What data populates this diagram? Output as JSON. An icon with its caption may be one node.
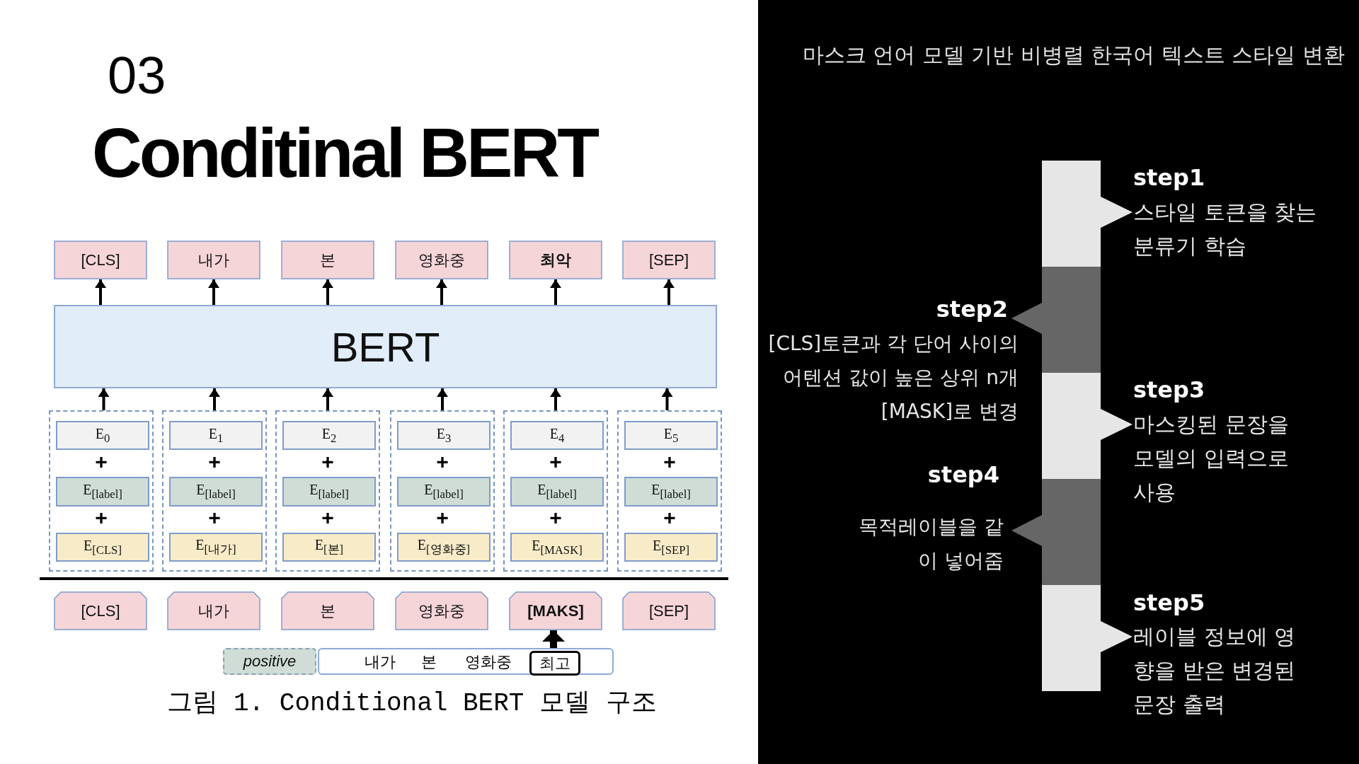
{
  "diagram": {
    "title": "Conditinal BERT",
    "caption": "그림 1. Conditional BERT 모델 구조",
    "nodes": [
      {
        "text": [
          "[CLS]"
        ]
      },
      {
        "text": [
          "내가"
        ]
      },
      {
        "text": [
          "본"
        ]
      },
      {
        "text": [
          "영화중"
        ]
      },
      {
        "text": [
          "최악"
        ]
      },
      {
        "text": [
          "[SEP]"
        ]
      },
      {
        "text": [
          "BERT"
        ]
      },
      {
        "text": [],
        "shape": "box"
      },
      {
        "text": [
          "E$_{0}$"
        ],
        "in": 7
      },
      {
        "text": [
          "E$_{[label]}$"
        ],
        "in": 7
      },
      {
        "text": [
          "E$_{[CLS]}$"
        ],
        "in": 7
      },
      {
        "text": [],
        "shape": "box"
      },
      {
        "text": [
          "E$_{1}$"
        ],
        "in": 11
      },
      {
        "text": [
          "E$_{[label]}$"
        ],
        "in": 11
      },
      {
        "text": [
          "E$_{[내가]}$"
        ],
        "in": 11
      },
      {
        "text": [],
        "shape": "box"
      },
      {
        "text": [
          "E$_{2}$"
        ],
        "in": 15
      },
      {
        "text": [
          "E$_{[label]}$"
        ],
        "in": 15
      },
      {
        "text": [
          "E$_{[본]}$"
        ],
        "in": 15
      },
      {
        "text": [],
        "shape": "box"
      },
      {
        "text": [
          "E$_{3}$"
        ],
        "in": 19
      },
      {
        "text": [
          "E$_{[label]}$"
        ],
        "in": 19
      },
      {
        "text": [
          "E$_{[영화중]}$"
        ],
        "in": 19
      },
      {
        "text": [],
        "shape": "box"
      },
      {
        "text": [
          "E$_{4}$"
        ],
        "in": 23
      },
      {
        "text": [
          "E$_{[label]}$"
        ],
        "in": 23
      },
      {
        "text": [
          "E$_{[MASK]}$"
        ],
        "in": 23
      },
      {
        "text": [],
        "shape": "box"
      },
      {
        "text": [
          "E$_{5}$"
        ],
        "in": 27
      },
      {
        "text": [
          "E$_{[label]}$"
        ],
        "in": 27
      },
      {
        "text": [
          "E$_{[SEP]}$"
        ],
        "in": 27
      },
      {
        "text": [
          "[CLS]"
        ]
      },
      {
        "text": [
          "내가"
        ]
      },
      {
        "text": [
          "본"
        ]
      },
      {
        "text": [
          "영화중"
        ]
      },
      {
        "text": [
          "[MAKS]"
        ]
      },
      {
        "text": [
          "[SEP]"
        ]
      },
      {
        "text": [
          "positive"
        ]
      },
      {
        "text": [
          "내가",
          "본",
          "영화중"
        ]
      },
      {
        "text": [
          "최고"
        ],
        "in": 38
      },
      {
        "text": [],
        "shape": "bar",
        "beside": [
          "step1",
          "스타일 토큰을 찾는 분류기 학습"
        ]
      },
      {
        "text": [],
        "shape": "bar",
        "beside": [
          "step2",
          "[CLS]토큰과 각 단어 사이의 어텐션 값이 높은 상위 n개 [MASK]로 변경"
        ]
      },
      {
        "text": [],
        "shape": "bar",
        "beside": [
          "step3",
          "마스킹된 문장을 모델의 입력으로 사용"
        ]
      },
      {
        "text": [],
        "shape": "bar",
        "beside": [
          "step4",
          "목적레이블을 같이 넣어줌"
        ]
      },
      {
        "text": [],
        "shape": "bar",
        "beside": [
          "step5",
          "레이블 정보에 영향을 받은 변경된 문장 출력"
        ]
      }
    ],
    "edges": [
      {
        "from": 6,
        "to": 0,
        "arrow": "to"
      },
      {
        "from": 6,
        "to": 1,
        "arrow": "to"
      },
      {
        "from": 6,
        "to": 2,
        "arrow": "to"
      },
      {
        "from": 6,
        "to": 3,
        "arrow": "to"
      },
      {
        "from": 6,
        "to": 4,
        "arrow": "to"
      },
      {
        "from": 6,
        "to": 5,
        "arrow": "to"
      },
      {
        "from": 7,
        "to": 6,
        "arrow": "to"
      },
      {
        "from": 11,
        "to": 6,
        "arrow": "to"
      },
      {
        "from": 15,
        "to": 6,
        "arrow": "to"
      },
      {
        "from": 19,
        "to": 6,
        "arrow": "to"
      },
      {
        "from": 23,
        "to": 6,
        "arrow": "to"
      },
      {
        "from": 27,
        "to": 6,
        "arrow": "to"
      },
      {
        "from": 39,
        "to": 35,
        "arrow": "to",
        "style": "thick"
      }
    ],
    "labels": [
      "03",
      "마스크 언어 모델 기반 비병렬 한국어 텍스트 스타일 변환",
      "+",
      "+",
      "+",
      "+",
      "+",
      "+",
      "+",
      "+",
      "+",
      "+",
      "+",
      "+"
    ]
  }
}
